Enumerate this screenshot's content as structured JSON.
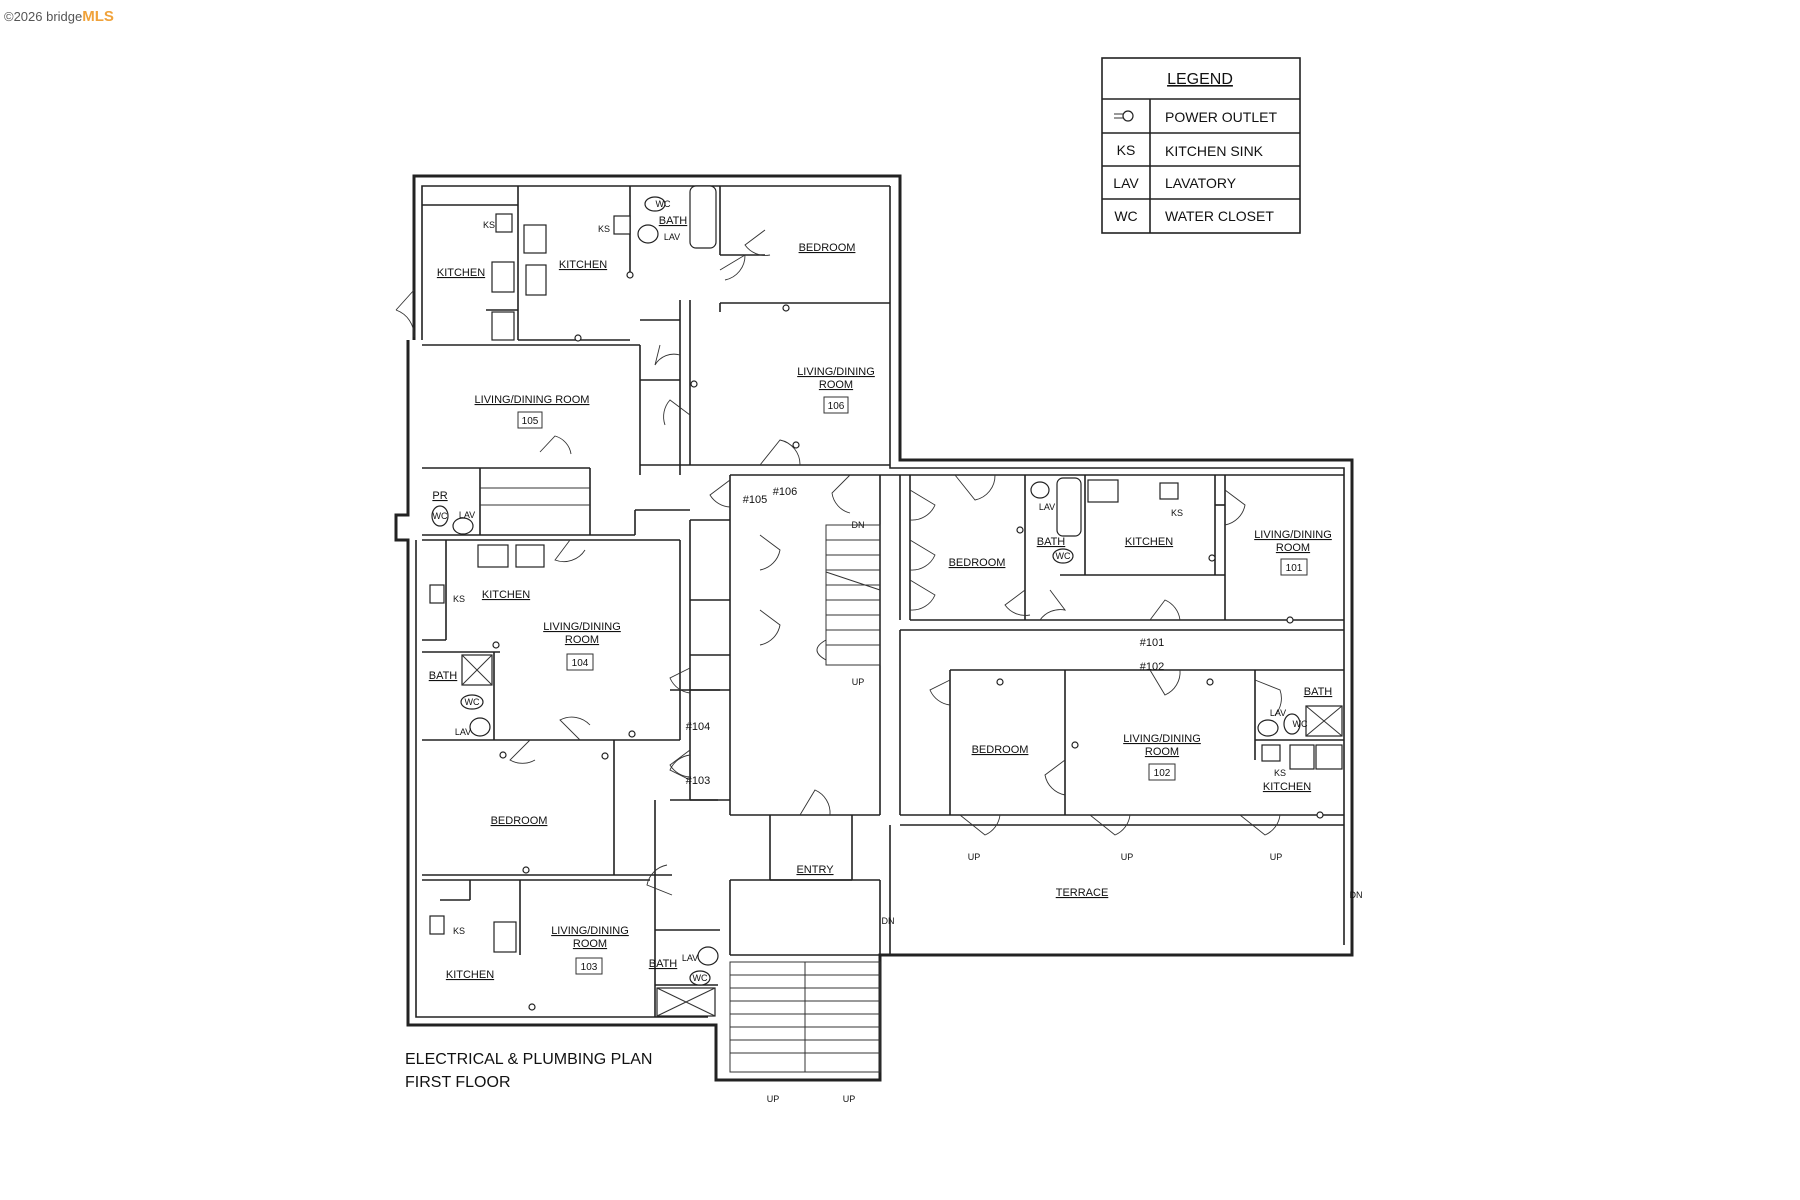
{
  "watermark": {
    "prefix": "©2026 bridge",
    "brand": "MLS"
  },
  "legend": {
    "title": "LEGEND",
    "rows": [
      {
        "code": "",
        "icon": "power-outlet-symbol",
        "label": "POWER OUTLET"
      },
      {
        "code": "KS",
        "label": "KITCHEN SINK"
      },
      {
        "code": "LAV",
        "label": "LAVATORY"
      },
      {
        "code": "WC",
        "label": "WATER CLOSET"
      }
    ]
  },
  "plan_title": {
    "line1": "ELECTRICAL & PLUMBING PLAN",
    "line2": "FIRST FLOOR"
  },
  "rooms": {
    "kitchen_105": "KITCHEN",
    "kitchen_106": "KITCHEN",
    "bath_106": "BATH",
    "bedroom_106": "BEDROOM",
    "living_105": "LIVING/DINING ROOM",
    "unit_105": "105",
    "living_106_l1": "LIVING/DINING",
    "living_106_l2": "ROOM",
    "unit_106": "106",
    "pr": "PR",
    "kitchen_104": "KITCHEN",
    "living_104_l1": "LIVING/DINING",
    "living_104_l2": "ROOM",
    "unit_104": "104",
    "bath_104": "BATH",
    "bedroom_104": "BEDROOM",
    "kitchen_103": "KITCHEN",
    "living_103_l1": "LIVING/DINING",
    "living_103_l2": "ROOM",
    "unit_103": "103",
    "bath_103": "BATH",
    "entry": "ENTRY",
    "bedroom_101": "BEDROOM",
    "bath_101": "BATH",
    "kitchen_101": "KITCHEN",
    "living_101_l1": "LIVING/DINING",
    "living_101_l2": "ROOM",
    "unit_101": "101",
    "bedroom_102": "BEDROOM",
    "living_102_l1": "LIVING/DINING",
    "living_102_l2": "ROOM",
    "unit_102": "102",
    "bath_102": "BATH",
    "kitchen_102": "KITCHEN",
    "terrace": "TERRACE"
  },
  "door_numbers": {
    "d105": "#105",
    "d106": "#106",
    "d104": "#104",
    "d103": "#103",
    "d101": "#101",
    "d102": "#102"
  },
  "stair_marks": {
    "dn_main": "DN",
    "up_main": "UP",
    "dn_entry": "DN",
    "dn_terrace": "DN",
    "up_t1": "UP",
    "up_t2": "UP",
    "up_t3": "UP",
    "up_s1": "UP",
    "up_s2": "UP"
  },
  "fixture_marks": {
    "ks": "KS",
    "lav": "LAV",
    "wc": "WC"
  }
}
